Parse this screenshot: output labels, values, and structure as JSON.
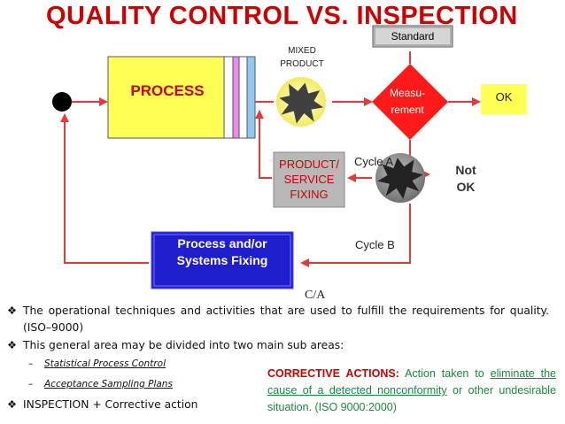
{
  "title": "QUALITY CONTROL VS. INSPECTION",
  "diagram": {
    "process": "PROCESS",
    "mixed_product": "MIXED PRODUCT",
    "standard": "Standard",
    "measurement": "Measu- rement",
    "ok": "OK",
    "fixing": "PRODUCT/ SERVICE FIXING",
    "cycle_a": "Cycle A",
    "not_ok": "Not OK",
    "cycle_b": "Cycle B",
    "process_systems": "Process and/or Systems Fixing",
    "ca": "C/A"
  },
  "bullets": {
    "b1": "The operational techniques and activities that are used to fulfill the requirements for quality. (ISO–9000)",
    "b2": "This general area may be divided into two main sub areas:",
    "sub1": "Statistical Process Control",
    "sub2": "Acceptance Sampling Plans",
    "b3": "INSPECTION + Corrective action",
    "dash": "–",
    "diamond": "❖"
  },
  "corrective": {
    "heading": "CORRECTIVE ACTIONS:",
    "text1": " Action taken to ",
    "underlined": "eliminate the cause of a detected nonconformity",
    "text2": " or other undesirable situation. (ISO 9000:2000)"
  },
  "colors": {
    "red": "#cc0000",
    "arrow_red": "#e63a3a",
    "process_fill": "#ffff55",
    "ok_fill": "#ffff55",
    "fixing_fill": "#b8b8b8",
    "green_text": "#1a8a3a"
  }
}
